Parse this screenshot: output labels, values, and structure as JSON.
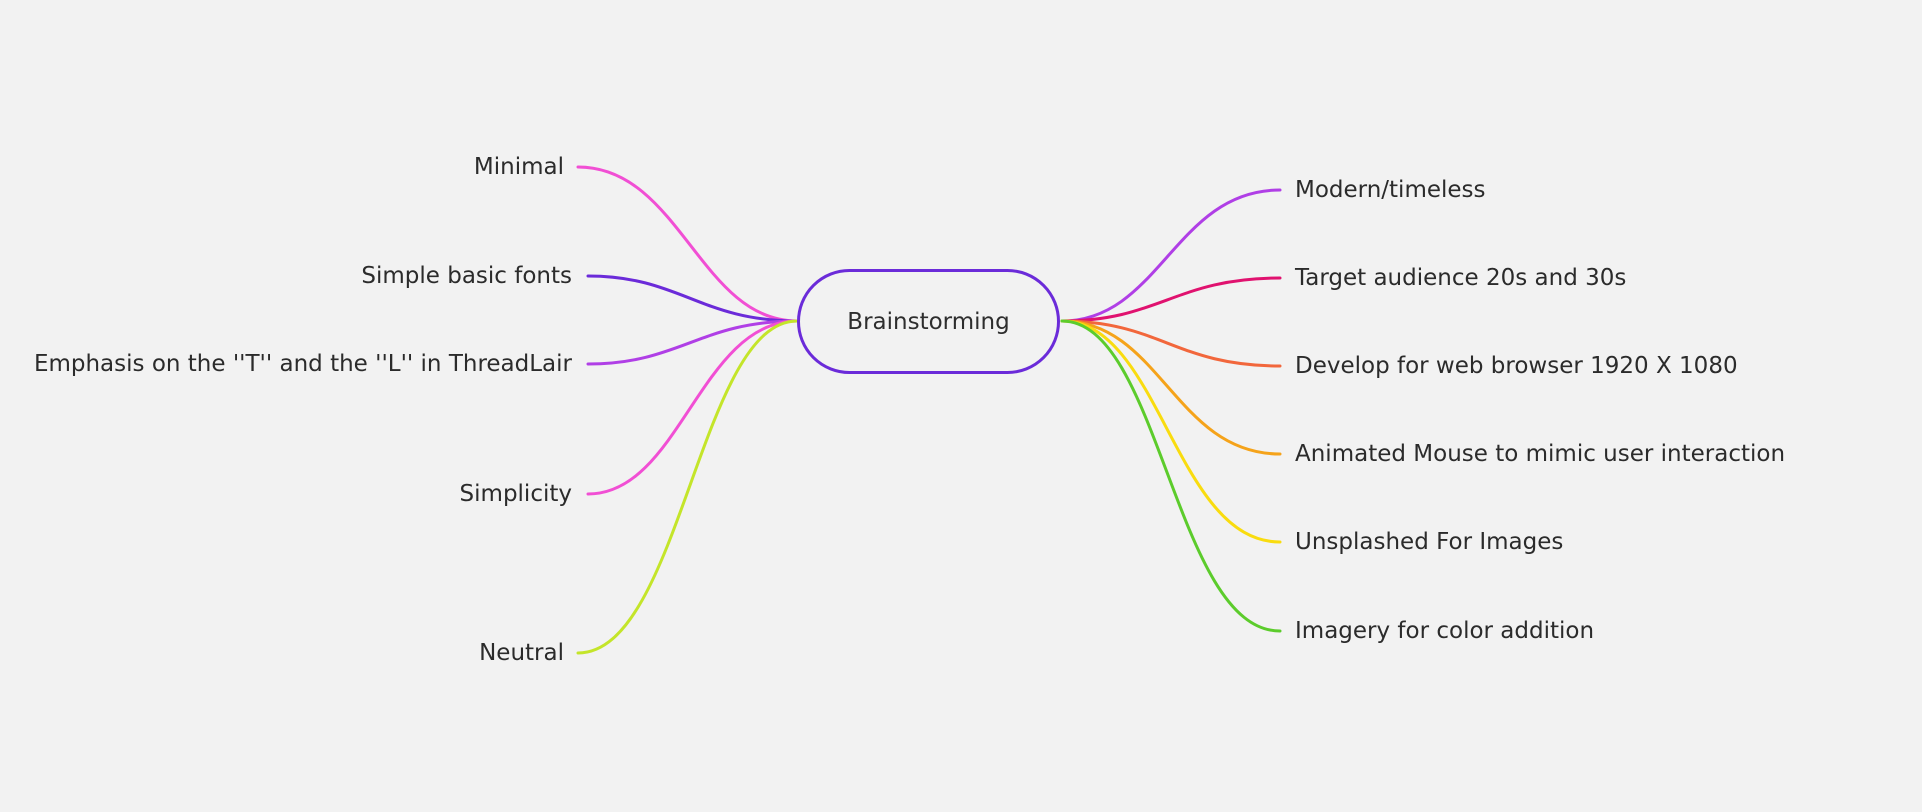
{
  "mindmap": {
    "root": {
      "label": "Brainstorming",
      "border_color": "#6b2bd9"
    },
    "left_branches": [
      {
        "label": "Minimal",
        "color": "#f14fd4"
      },
      {
        "label": "Simple basic fonts",
        "color": "#6b2bd9"
      },
      {
        "label": "Emphasis on the ''T'' and the ''L'' in ThreadLair",
        "color": "#b03fe6"
      },
      {
        "label": "Simplicity",
        "color": "#f14fd4"
      },
      {
        "label": "Neutral",
        "color": "#c4e52a"
      }
    ],
    "right_branches": [
      {
        "label": "Modern/timeless",
        "color": "#b03fe6"
      },
      {
        "label": "Target audience 20s and 30s",
        "color": "#e0126f"
      },
      {
        "label": "Develop for web browser 1920 X 1080",
        "color": "#f2673c"
      },
      {
        "label": "Animated Mouse to mimic user interaction",
        "color": "#f5a31a"
      },
      {
        "label": "Unsplashed For Images",
        "color": "#f9dc0f"
      },
      {
        "label": "Imagery for color addition",
        "color": "#5ccc2c"
      }
    ]
  }
}
